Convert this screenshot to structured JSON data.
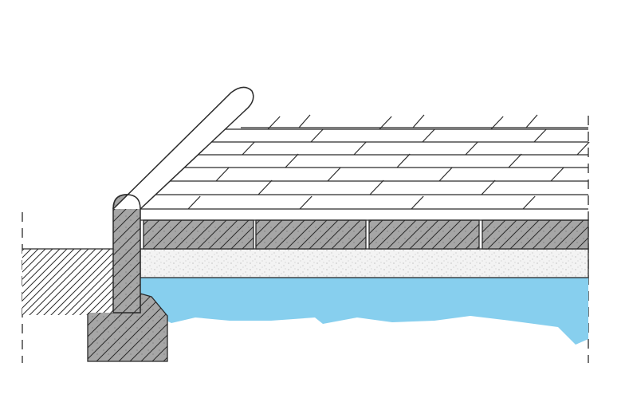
{
  "diagram": {
    "subject": "paving-cross-section",
    "layers": [
      "curb-stone",
      "paving-bricks",
      "concrete-base",
      "sand-bed",
      "subgrade"
    ],
    "colors": {
      "background": "#ffffff",
      "stroke": "#2b2b2b",
      "concrete_fill": "#a6a6a6",
      "sand_fill": "#f3f3f3",
      "subgrade_fill": "#87cfee",
      "hatch": "#2b2b2b"
    },
    "icons": {
      "curb": "curb-icon",
      "bricks": "paving-icon"
    }
  }
}
